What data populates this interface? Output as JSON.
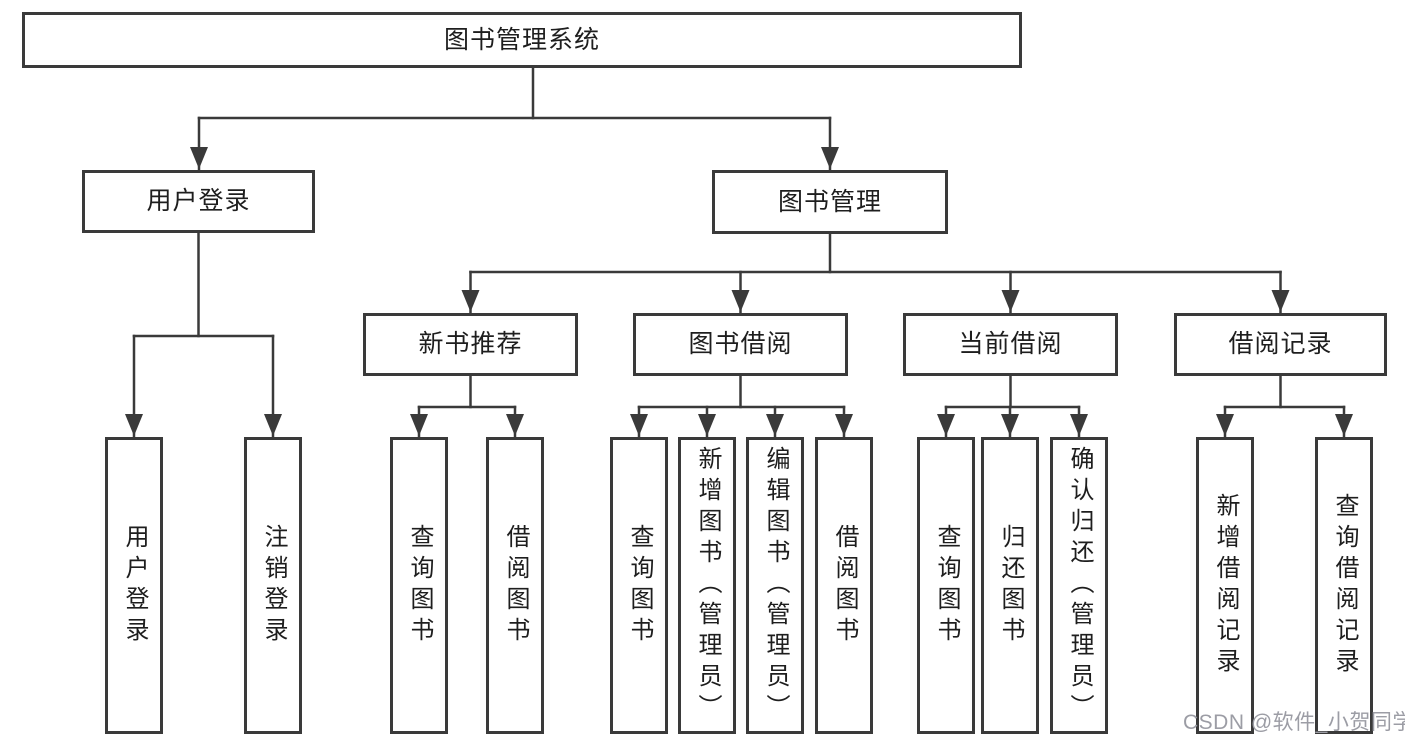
{
  "diagram": {
    "root": {
      "label": "图书管理系统"
    },
    "branches": [
      {
        "label": "用户登录",
        "leaves": [
          {
            "label": "用户登录"
          },
          {
            "label": "注销登录"
          }
        ]
      },
      {
        "label": "图书管理",
        "sections": [
          {
            "label": "新书推荐",
            "leaves": [
              {
                "label": "查询图书"
              },
              {
                "label": "借阅图书"
              }
            ]
          },
          {
            "label": "图书借阅",
            "leaves": [
              {
                "label": "查询图书"
              },
              {
                "label": "新增图书（管理员）"
              },
              {
                "label": "编辑图书（管理员）"
              },
              {
                "label": "借阅图书"
              }
            ]
          },
          {
            "label": "当前借阅",
            "leaves": [
              {
                "label": "查询图书"
              },
              {
                "label": "归还图书"
              },
              {
                "label": "确认归还（管理员）"
              }
            ]
          },
          {
            "label": "借阅记录",
            "leaves": [
              {
                "label": "新增借阅记录"
              },
              {
                "label": "查询借阅记录"
              }
            ]
          }
        ]
      }
    ]
  },
  "watermark": {
    "text": "CSDN @软件_小贺同学"
  },
  "colors": {
    "line": "#3a3a3a",
    "text": "#1e1e1e",
    "background": "#ffffff",
    "watermark": "#9c9da5"
  }
}
